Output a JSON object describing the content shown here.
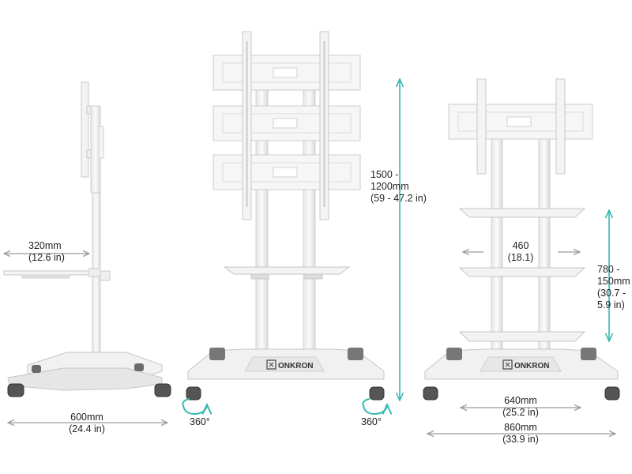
{
  "brand": "ONKRON",
  "colors": {
    "dimension_accent": "#35b9b2",
    "arrow_gray": "#9a9a9a",
    "stand_light": "#f3f3f3",
    "stand_outline": "#c9c9c9",
    "wheel_dark": "#4a4a4a"
  },
  "dimensions": {
    "side_shelf_width": {
      "mm": "320mm",
      "in": "(12.6 in)"
    },
    "side_base_width": {
      "mm": "600mm",
      "in": "(24.4 in)"
    },
    "height_range": {
      "line1": "1500 -",
      "line2": "1200mm",
      "line3": "(59 - 47.2 in)"
    },
    "wheel_rotation_left": "360°",
    "wheel_rotation_right": "360°",
    "shelf_width": {
      "mm": "460",
      "in": "(18.1)"
    },
    "shelf_travel": {
      "line1": "780 -",
      "line2": "150mm",
      "line3": "(30.7 -",
      "line4": "5.9 in)"
    },
    "base_inner_width": {
      "mm": "640mm",
      "in": "(25.2 in)"
    },
    "base_outer_width": {
      "mm": "860mm",
      "in": "(33.9 in)"
    }
  }
}
